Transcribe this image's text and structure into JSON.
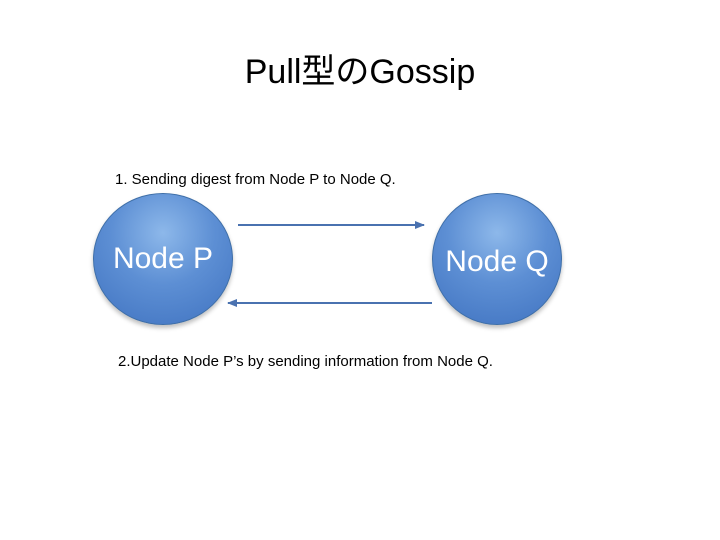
{
  "slide": {
    "title": "Pull型のGossip"
  },
  "diagram": {
    "nodes": [
      {
        "id": "p",
        "label": "Node P"
      },
      {
        "id": "q",
        "label": "Node Q"
      }
    ],
    "edges": [
      {
        "from": "p",
        "to": "q",
        "label": "1. Sending digest from Node P to Node Q."
      },
      {
        "from": "q",
        "to": "p",
        "label": "2.Update Node P’s by sending information from Node Q."
      }
    ],
    "colors": {
      "node_fill": "#5d8fd4",
      "node_border": "#3f6fa8",
      "arrow": "#4a72b0",
      "node_text": "#ffffff"
    }
  }
}
